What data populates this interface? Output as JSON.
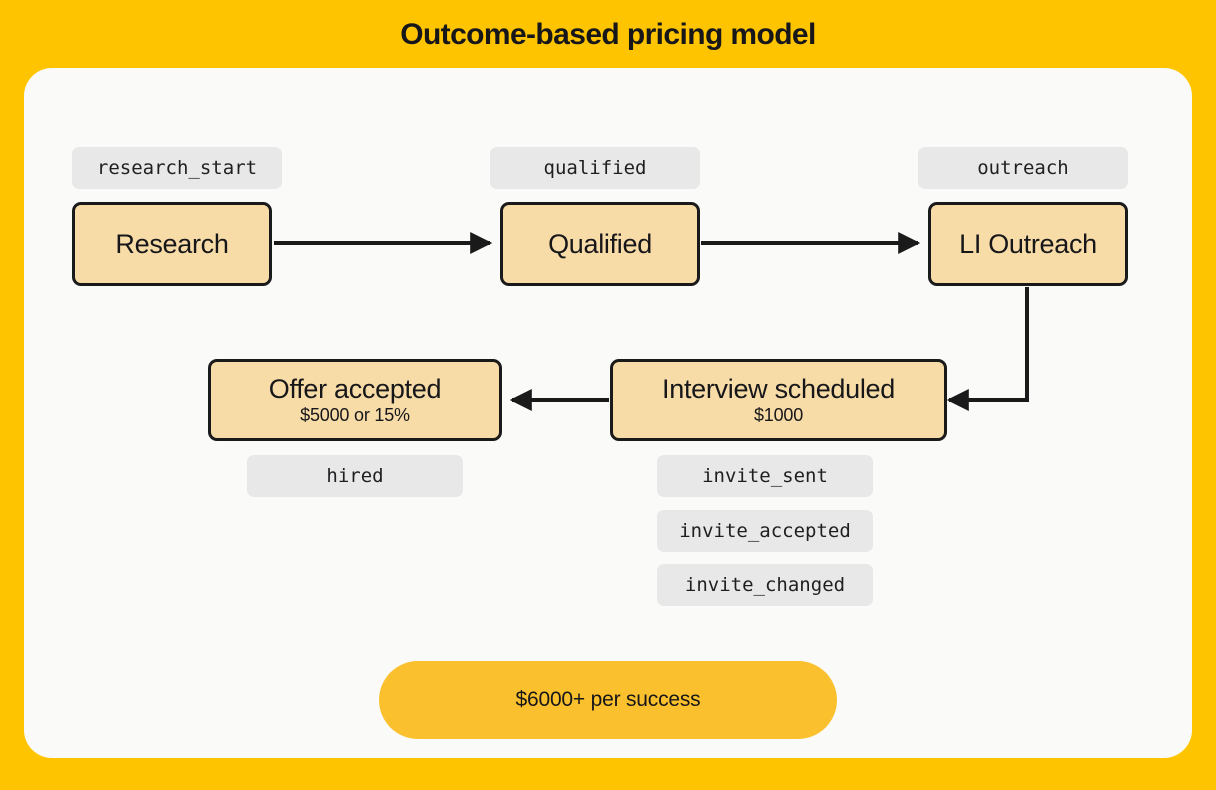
{
  "title": "Outcome-based pricing model",
  "colors": {
    "background": "#FFC400",
    "card": "#FAFAF8",
    "node_fill": "#F8DCA8",
    "node_border": "#1A1A1A",
    "tag_fill": "#E8E8E8",
    "pill_fill": "#FBC02D",
    "text": "#17171A"
  },
  "diagram": {
    "type": "flow",
    "nodes": [
      {
        "id": "research",
        "label": "Research",
        "sub": ""
      },
      {
        "id": "qualified",
        "label": "Qualified",
        "sub": ""
      },
      {
        "id": "outreach",
        "label": "LI Outreach",
        "sub": ""
      },
      {
        "id": "interview",
        "label": "Interview scheduled",
        "sub": "$1000"
      },
      {
        "id": "offer",
        "label": "Offer accepted",
        "sub": "$5000 or 15%"
      }
    ],
    "tags": [
      {
        "id": "research_start",
        "label": "research_start"
      },
      {
        "id": "qualified",
        "label": "qualified"
      },
      {
        "id": "outreach",
        "label": "outreach"
      },
      {
        "id": "hired",
        "label": "hired"
      },
      {
        "id": "invite_sent",
        "label": "invite_sent"
      },
      {
        "id": "invite_accepted",
        "label": "invite_accepted"
      },
      {
        "id": "invite_changed",
        "label": "invite_changed"
      }
    ],
    "edges": [
      {
        "from": "research",
        "to": "qualified"
      },
      {
        "from": "qualified",
        "to": "outreach"
      },
      {
        "from": "outreach",
        "to": "interview"
      },
      {
        "from": "interview",
        "to": "offer"
      }
    ]
  },
  "summary": {
    "label": "$6000+ per success"
  }
}
